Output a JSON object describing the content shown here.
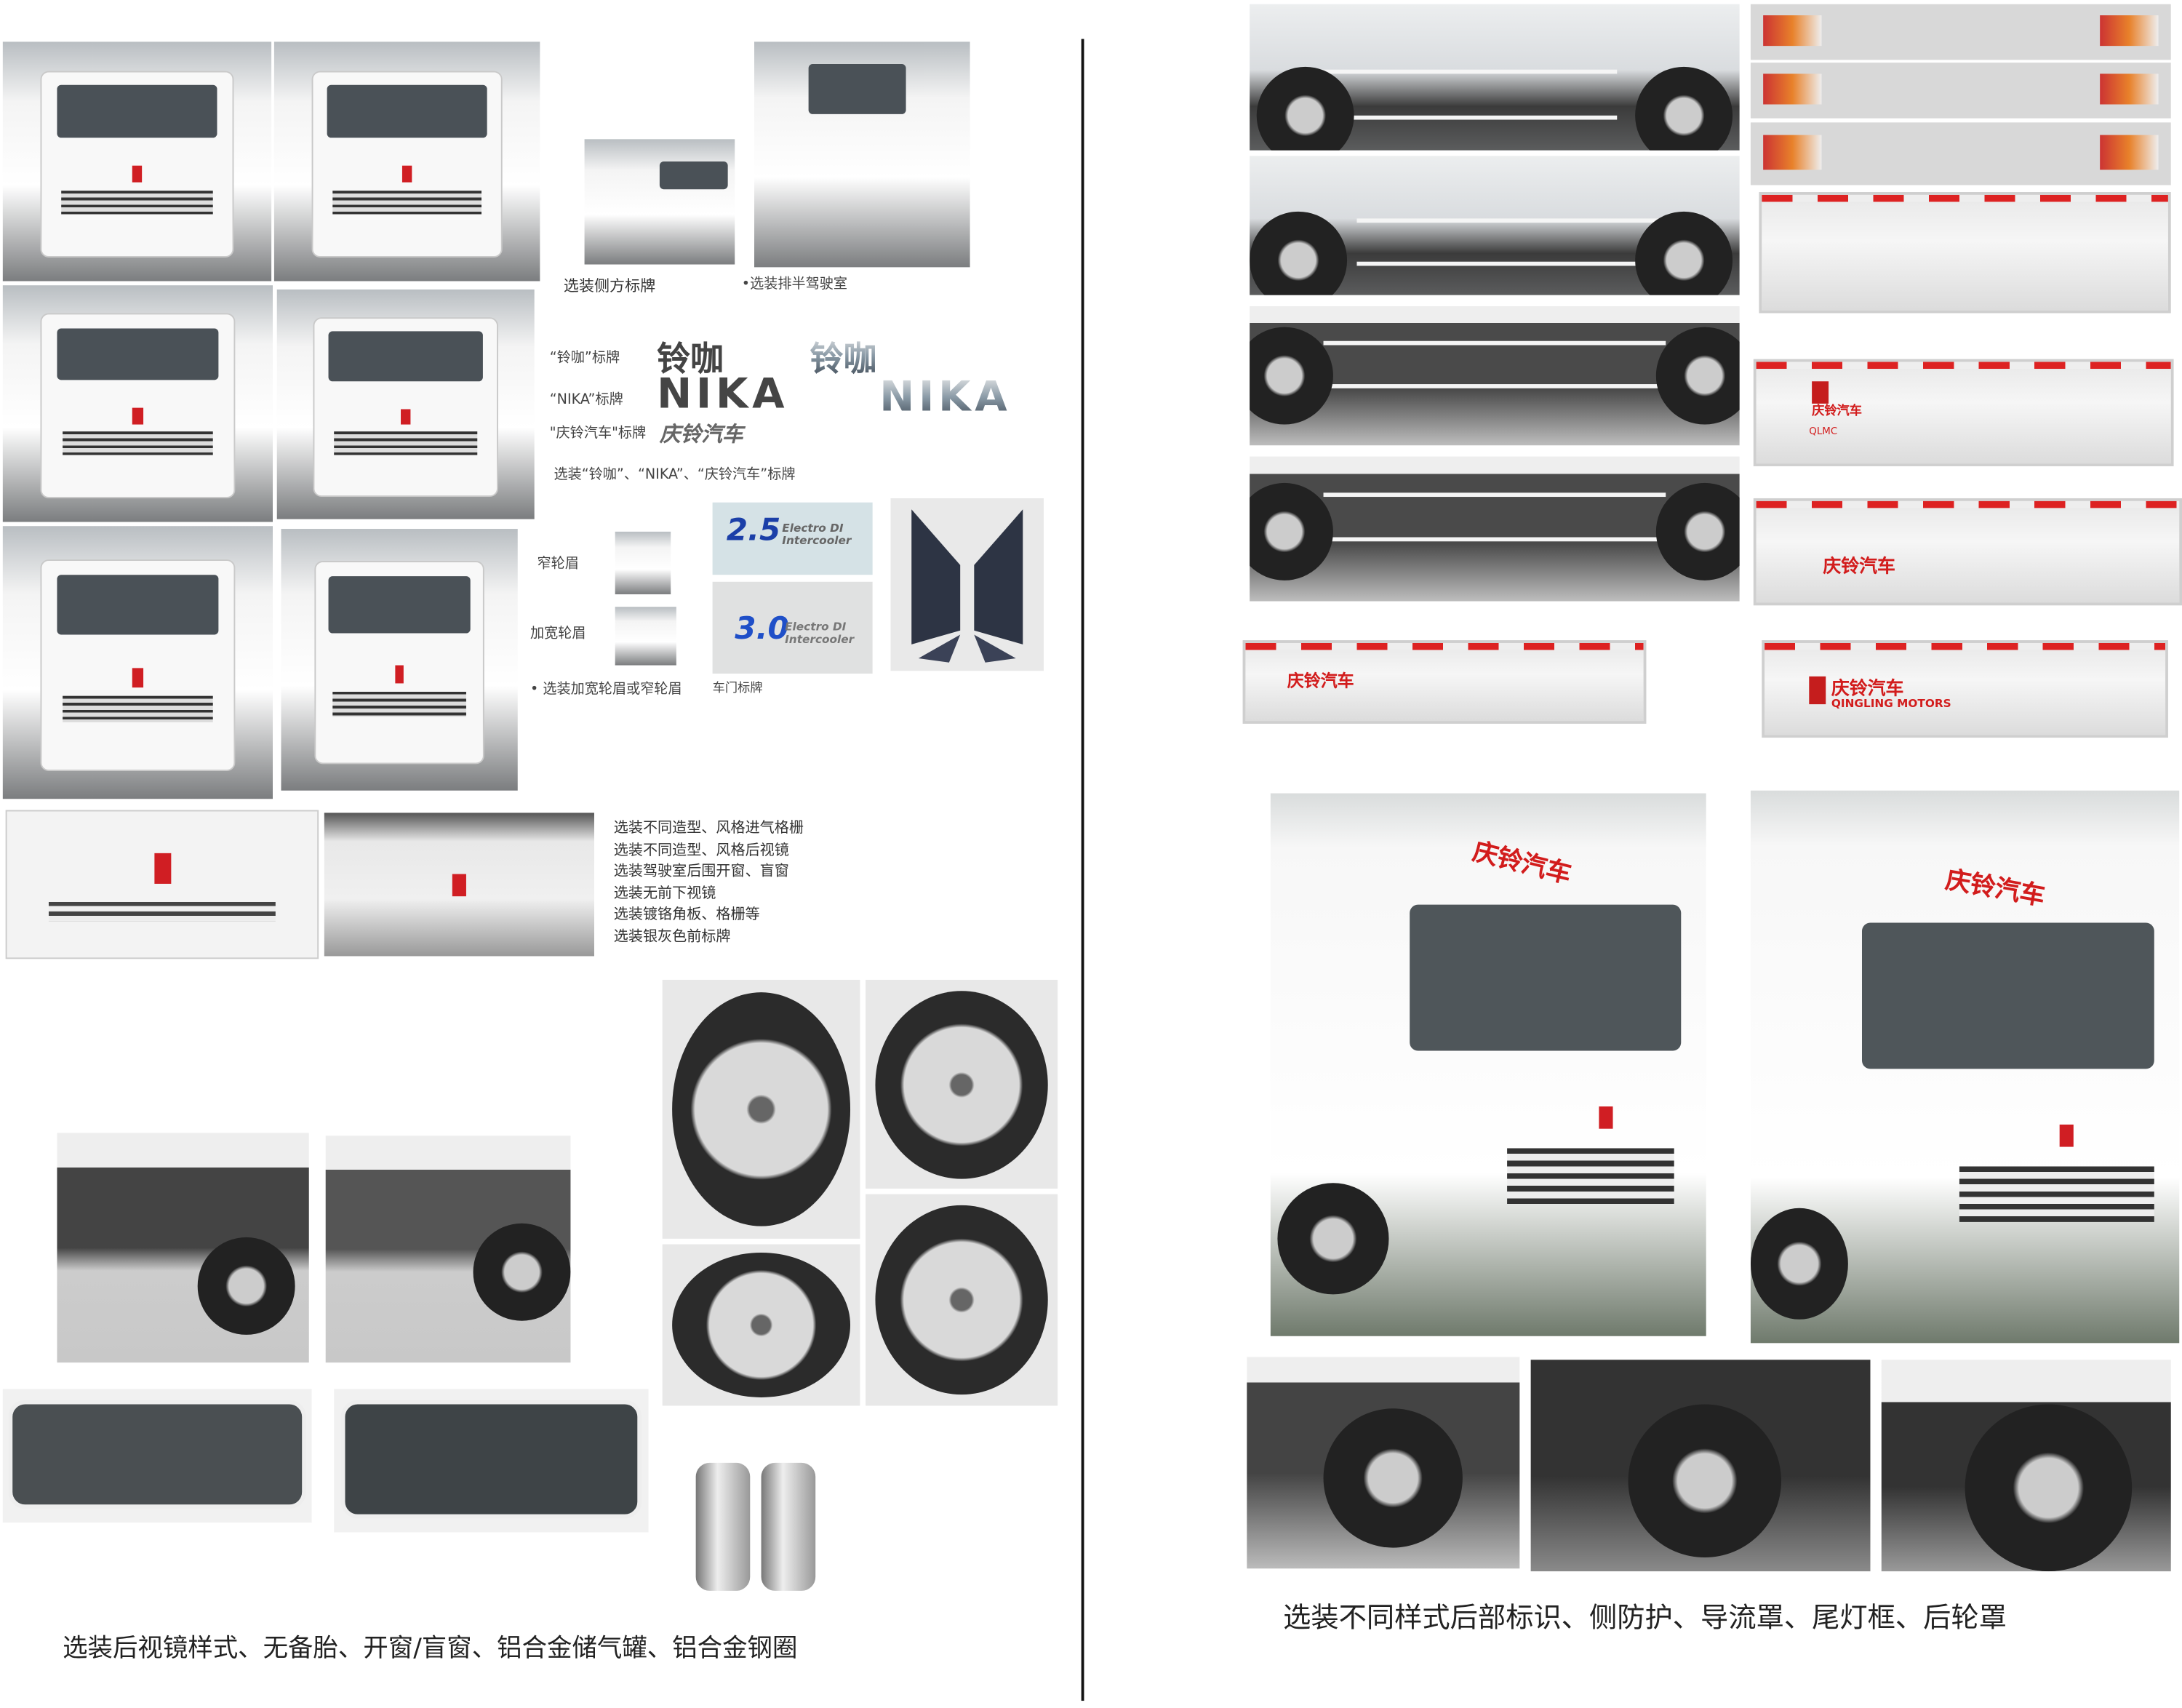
{
  "left": {
    "captions": {
      "side_badge": "选装侧方标牌",
      "half_cab": "•选装排半驾驶室",
      "linka_label": "“铃咖”标牌",
      "nika_label": "“NIKA”标牌",
      "qingling_label": "\"庆铃汽车\"标牌",
      "badge_options": "选装“铃咖”、“NIKA”、“庆铃汽车”标牌",
      "narrow_fender": "窄轮眉",
      "wide_fender": "加宽轮眉",
      "fender_option": "• 选装加宽轮眉或窄轮眉",
      "door_badge": "车门标牌",
      "bottom": "选装后视镜样式、无备胎、开窗/盲窗、铝合金储气罐、铝合金钢圈"
    },
    "logos": {
      "linka": "铃咖",
      "nika": "NIKA",
      "qingling": "庆铃汽车",
      "door_25_num": "2.5",
      "door_30_num": "3.0",
      "door_sub": "Electro DI Intercooler"
    },
    "options_list": [
      "选装不同造型、风格进气格栅",
      "选装不同造型、风格后视镜",
      "选装驾驶室后围开窗、盲窗",
      "选装无前下视镜",
      "选装镀铬角板、格栅等",
      "选装银灰色前标牌"
    ]
  },
  "right": {
    "box_texts": {
      "qlmc_cn": "庆铃汽车",
      "qlmc": "QLMC",
      "qingling": "庆铃汽车",
      "qingling_motors": "QINGLING MOTORS"
    },
    "cab_text": "庆铃汽车",
    "bottom": "选装不同样式后部标识、侧防护、导流罩、尾灯框、后轮罩"
  },
  "colors": {
    "brand_red": "#d21c1c",
    "divider": "#111111"
  }
}
